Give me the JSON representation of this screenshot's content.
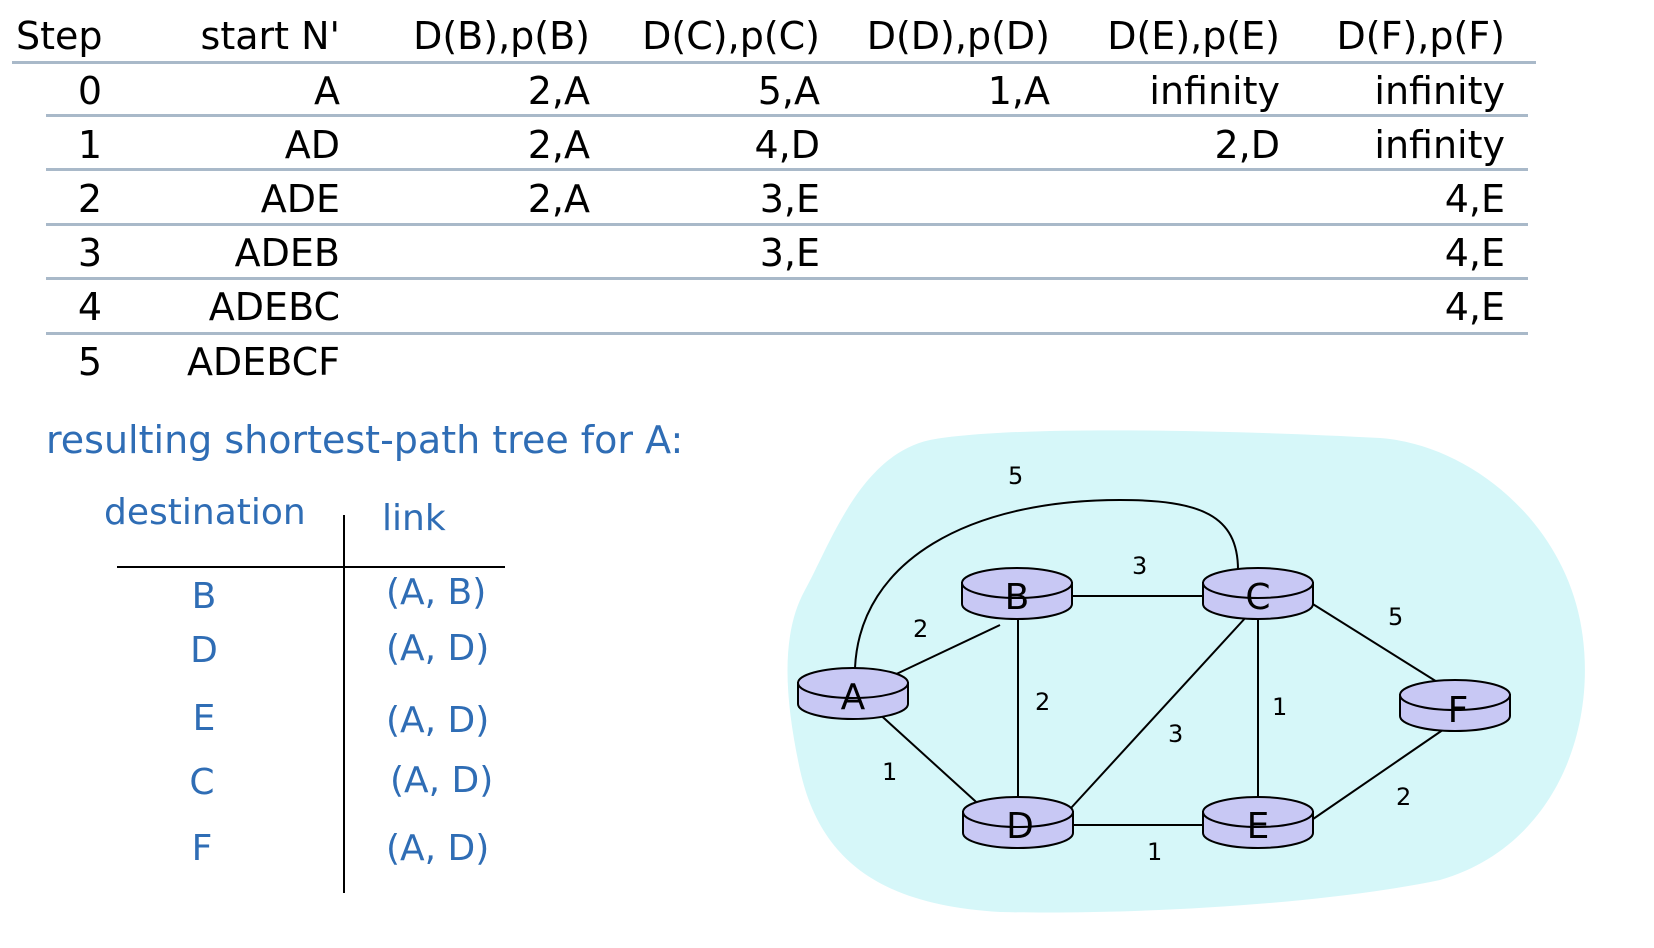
{
  "table": {
    "headers": [
      "Step",
      "start N'",
      "D(B),p(B)",
      "D(C),p(C)",
      "D(D),p(D)",
      "D(E),p(E)",
      "D(F),p(F)"
    ],
    "rows": [
      [
        "0",
        "A",
        "2,A",
        "5,A",
        "1,A",
        "infinity",
        "infinity"
      ],
      [
        "1",
        "AD",
        "2,A",
        "4,D",
        "",
        "2,D",
        "infinity"
      ],
      [
        "2",
        "ADE",
        "2,A",
        "3,E",
        "",
        "",
        "4,E"
      ],
      [
        "3",
        "ADEB",
        "",
        "3,E",
        "",
        "",
        "4,E"
      ],
      [
        "4",
        "ADEBC",
        "",
        "",
        "",
        "",
        "4,E"
      ],
      [
        "5",
        "ADEBCF",
        "",
        "",
        "",
        "",
        ""
      ]
    ]
  },
  "tree": {
    "title": "resulting shortest-path tree for A:",
    "col_destination": "destination",
    "col_link": "link",
    "rows": [
      {
        "dest": "B",
        "link": "(A, B)"
      },
      {
        "dest": "D",
        "link": "(A, D)"
      },
      {
        "dest": "E",
        "link": "(A, D)"
      },
      {
        "dest": "C",
        "link": "(A, D)"
      },
      {
        "dest": "F",
        "link": "(A, D)"
      }
    ]
  },
  "graph": {
    "cloud_color": "#d6f7f9",
    "node_color": "#c8c8f4",
    "nodes": [
      "A",
      "B",
      "C",
      "D",
      "E",
      "F"
    ],
    "edges": [
      {
        "from": "A",
        "to": "C",
        "cost": "5"
      },
      {
        "from": "A",
        "to": "B",
        "cost": "2"
      },
      {
        "from": "A",
        "to": "D",
        "cost": "1"
      },
      {
        "from": "B",
        "to": "C",
        "cost": "3"
      },
      {
        "from": "B",
        "to": "D",
        "cost": "2"
      },
      {
        "from": "C",
        "to": "D",
        "cost": "3"
      },
      {
        "from": "C",
        "to": "E",
        "cost": "1"
      },
      {
        "from": "C",
        "to": "F",
        "cost": "5"
      },
      {
        "from": "D",
        "to": "E",
        "cost": "1"
      },
      {
        "from": "E",
        "to": "F",
        "cost": "2"
      }
    ]
  }
}
